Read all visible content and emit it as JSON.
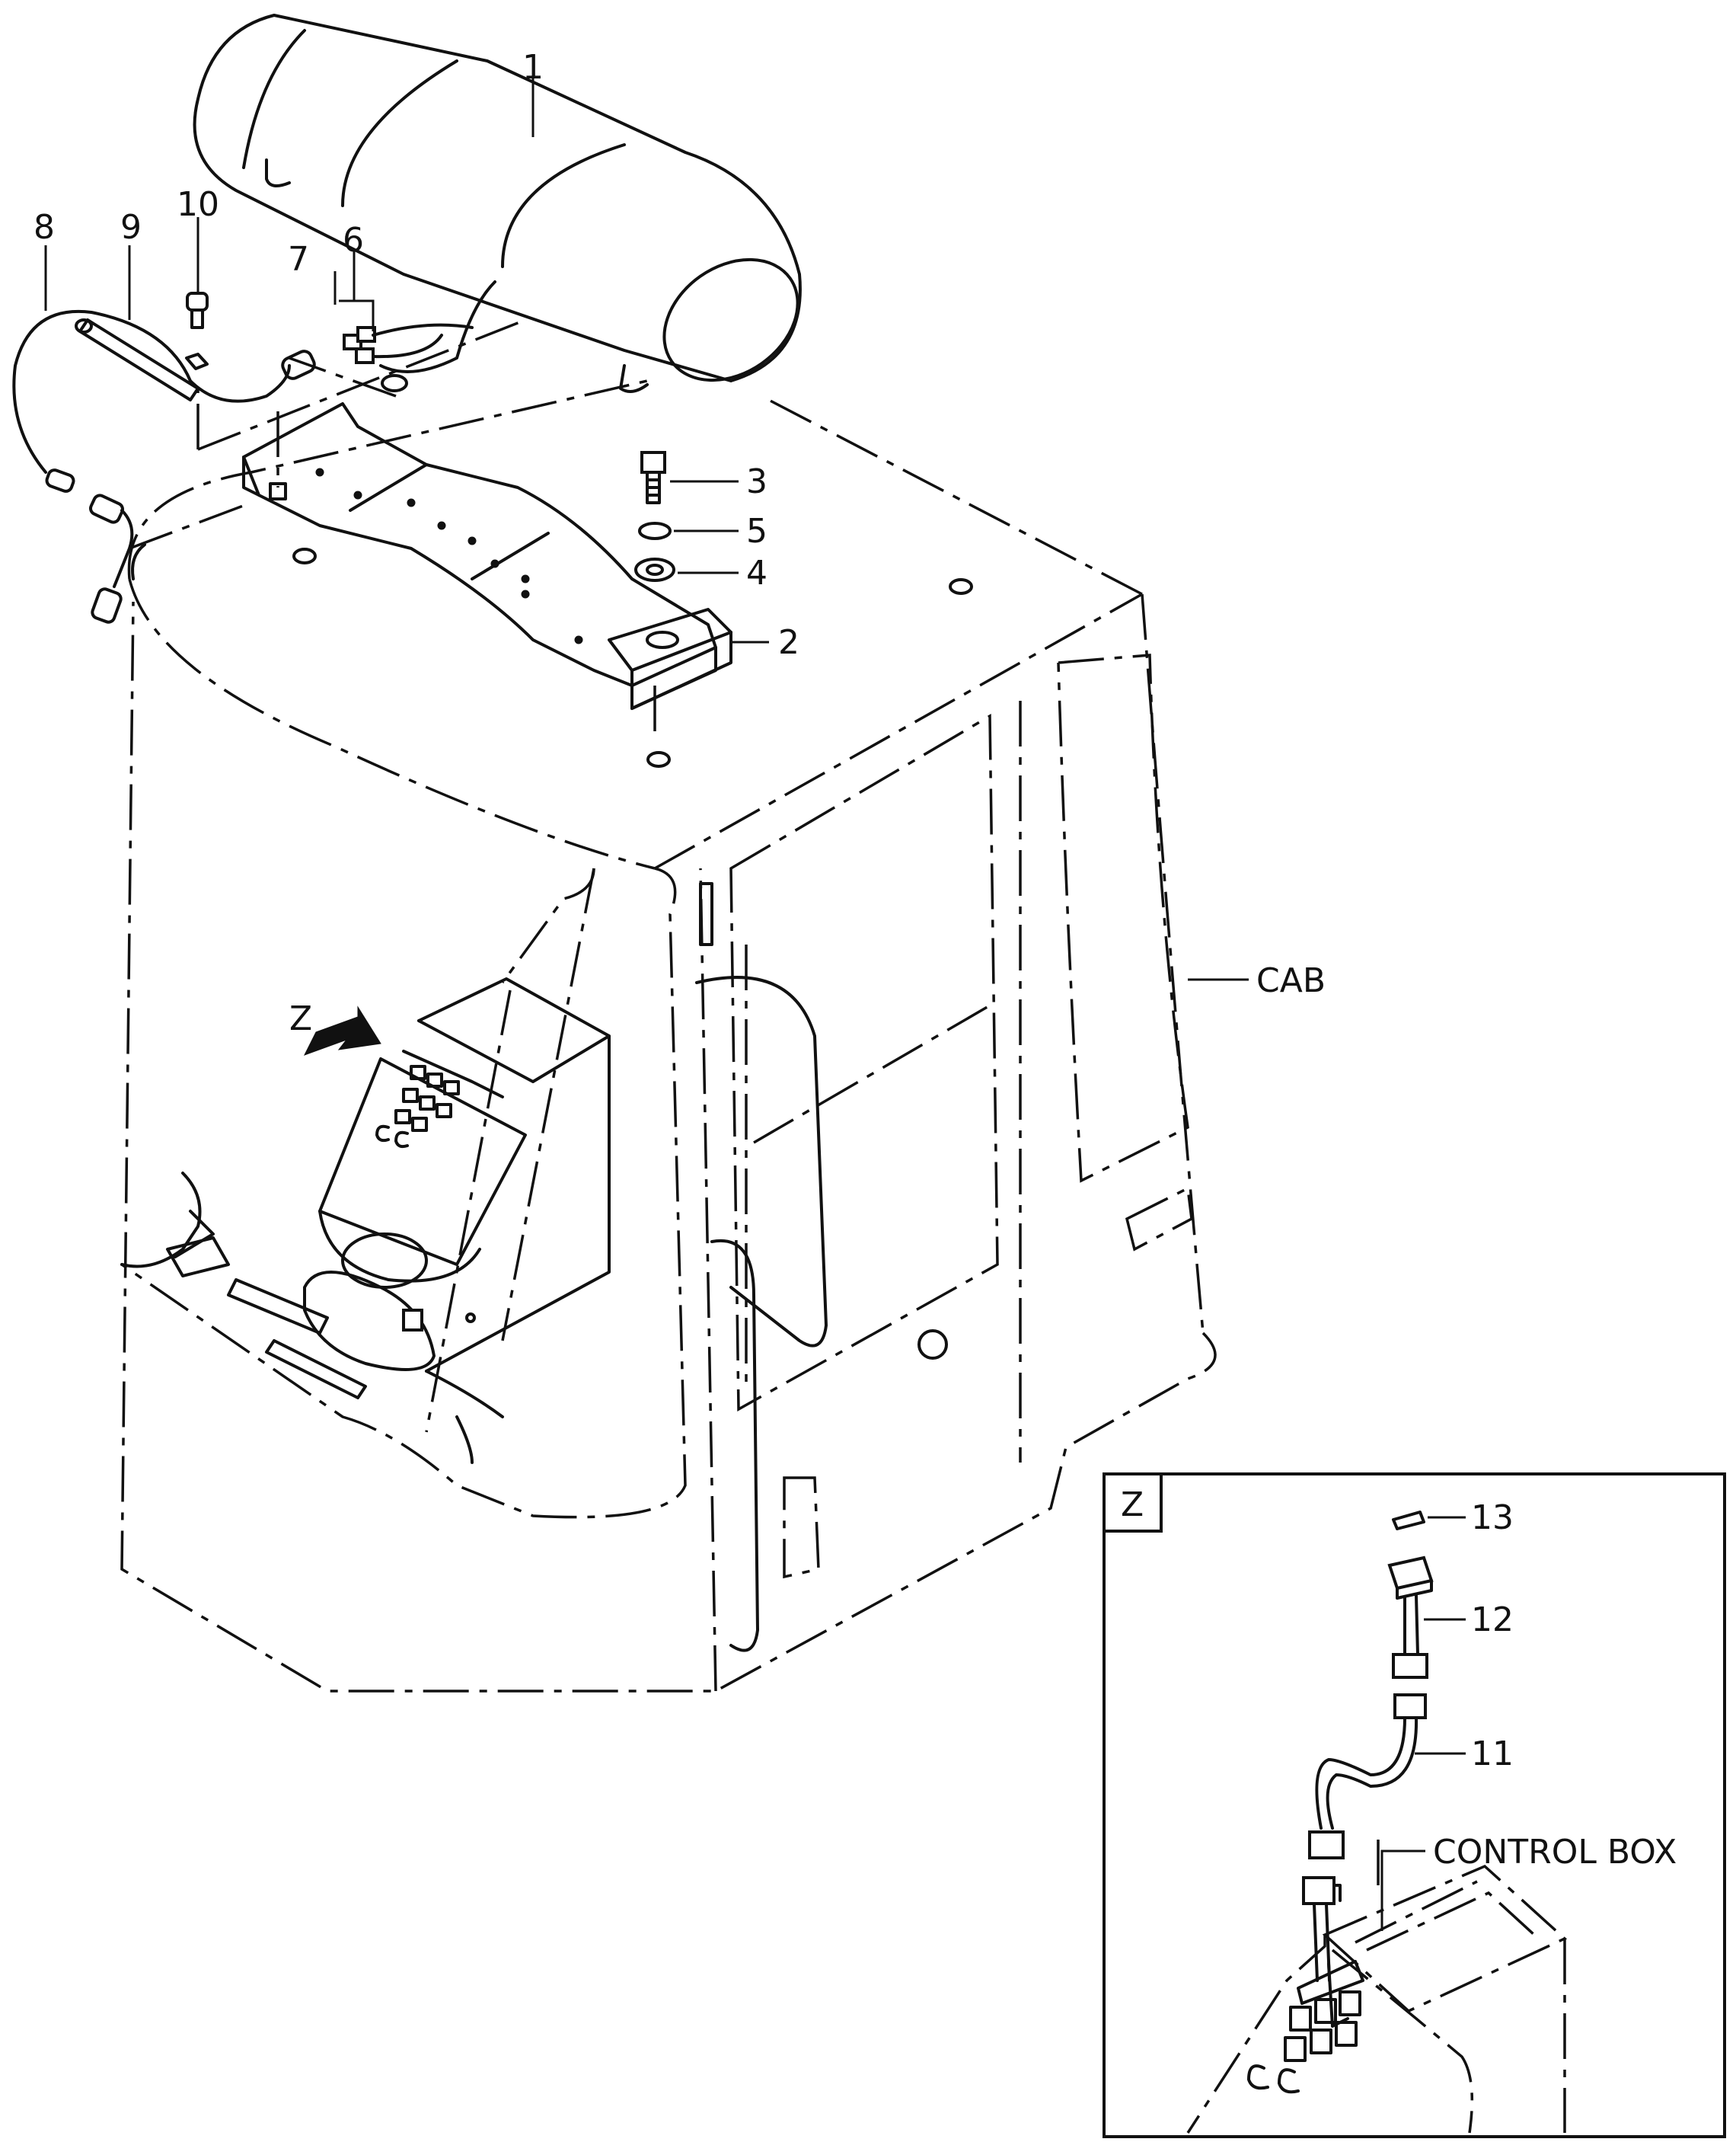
{
  "callouts": {
    "c1": "1",
    "c2": "2",
    "c3": "3",
    "c4": "4",
    "c5": "5",
    "c6": "6",
    "c7": "7",
    "c8": "8",
    "c9": "9",
    "c10": "10",
    "c11": "11",
    "c12": "12",
    "c13": "13"
  },
  "labels": {
    "cab": "CAB",
    "z_view_arrow": "Z",
    "inset_title": "Z",
    "control_box": "CONTROL BOX"
  },
  "colors": {
    "line": "#111111",
    "background": "#ffffff"
  }
}
